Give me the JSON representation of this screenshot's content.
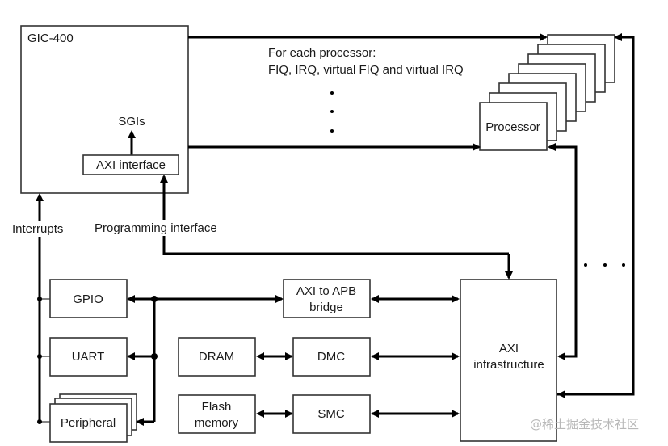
{
  "blocks": {
    "gic": "GIC-400",
    "axi_interface": "AXI interface",
    "sgis": "SGIs",
    "processor": "Processor",
    "gpio": "GPIO",
    "uart": "UART",
    "peripheral": "Peripheral",
    "axi_to_apb_line1": "AXI to APB",
    "axi_to_apb_line2": "bridge",
    "dram": "DRAM",
    "dmc": "DMC",
    "flash_line1": "Flash",
    "flash_line2": "memory",
    "smc": "SMC",
    "axi_infra_line1": "AXI",
    "axi_infra_line2": "infrastructure"
  },
  "labels": {
    "for_each_line1": "For each processor:",
    "for_each_line2": "FIQ, IRQ, virtual FIQ and virtual IRQ",
    "interrupts": "Interrupts",
    "programming_interface": "Programming interface",
    "ellipsis_vertical": ". . .",
    "ellipsis_horizontal": ". . ."
  },
  "processor_stack_count": 8,
  "watermark": "@稀土掘金技术社区"
}
